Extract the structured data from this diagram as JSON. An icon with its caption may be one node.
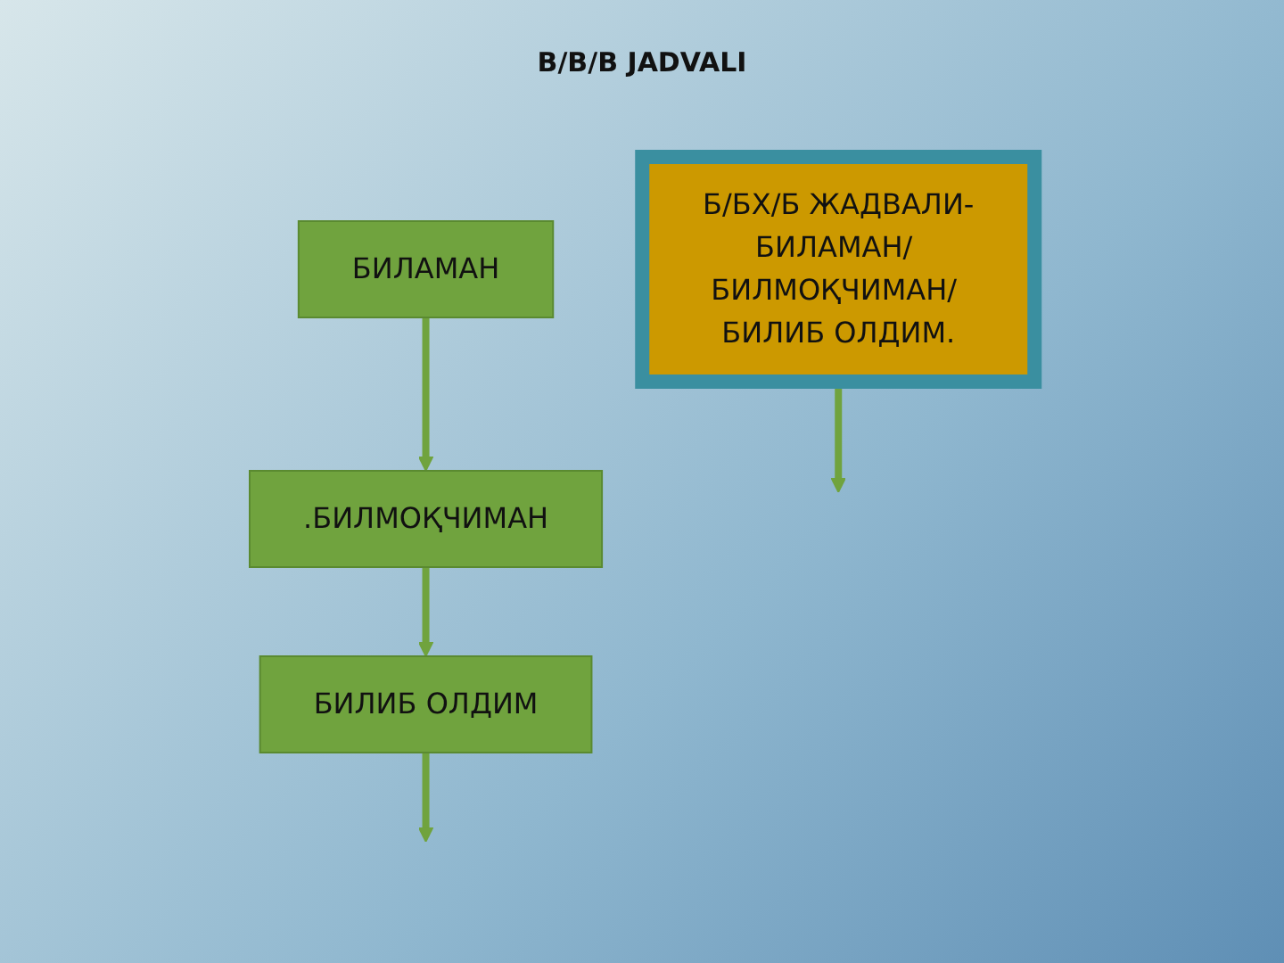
{
  "diagram": {
    "title": "В/В/В JADVALI",
    "nodes": [
      {
        "text": [
          "Б/БХ/Б ЖАДВАЛИ-БИЛАМАН/ БИЛМОҚЧИМАН/ БИЛИБ ОЛДИМ."
        ]
      },
      {
        "text": [
          "БИЛАМАН"
        ]
      },
      {
        "text": [
          ".БИЛМОҚЧИМАН"
        ]
      },
      {
        "text": [
          "БИЛИБ ОЛДИМ"
        ]
      }
    ],
    "edges": [
      {
        "from": 0,
        "to": null,
        "arrow": "to"
      },
      {
        "from": 1,
        "to": 2,
        "arrow": "to"
      },
      {
        "from": 2,
        "to": 3,
        "arrow": "to"
      },
      {
        "from": 3,
        "to": null,
        "arrow": "to"
      }
    ]
  }
}
